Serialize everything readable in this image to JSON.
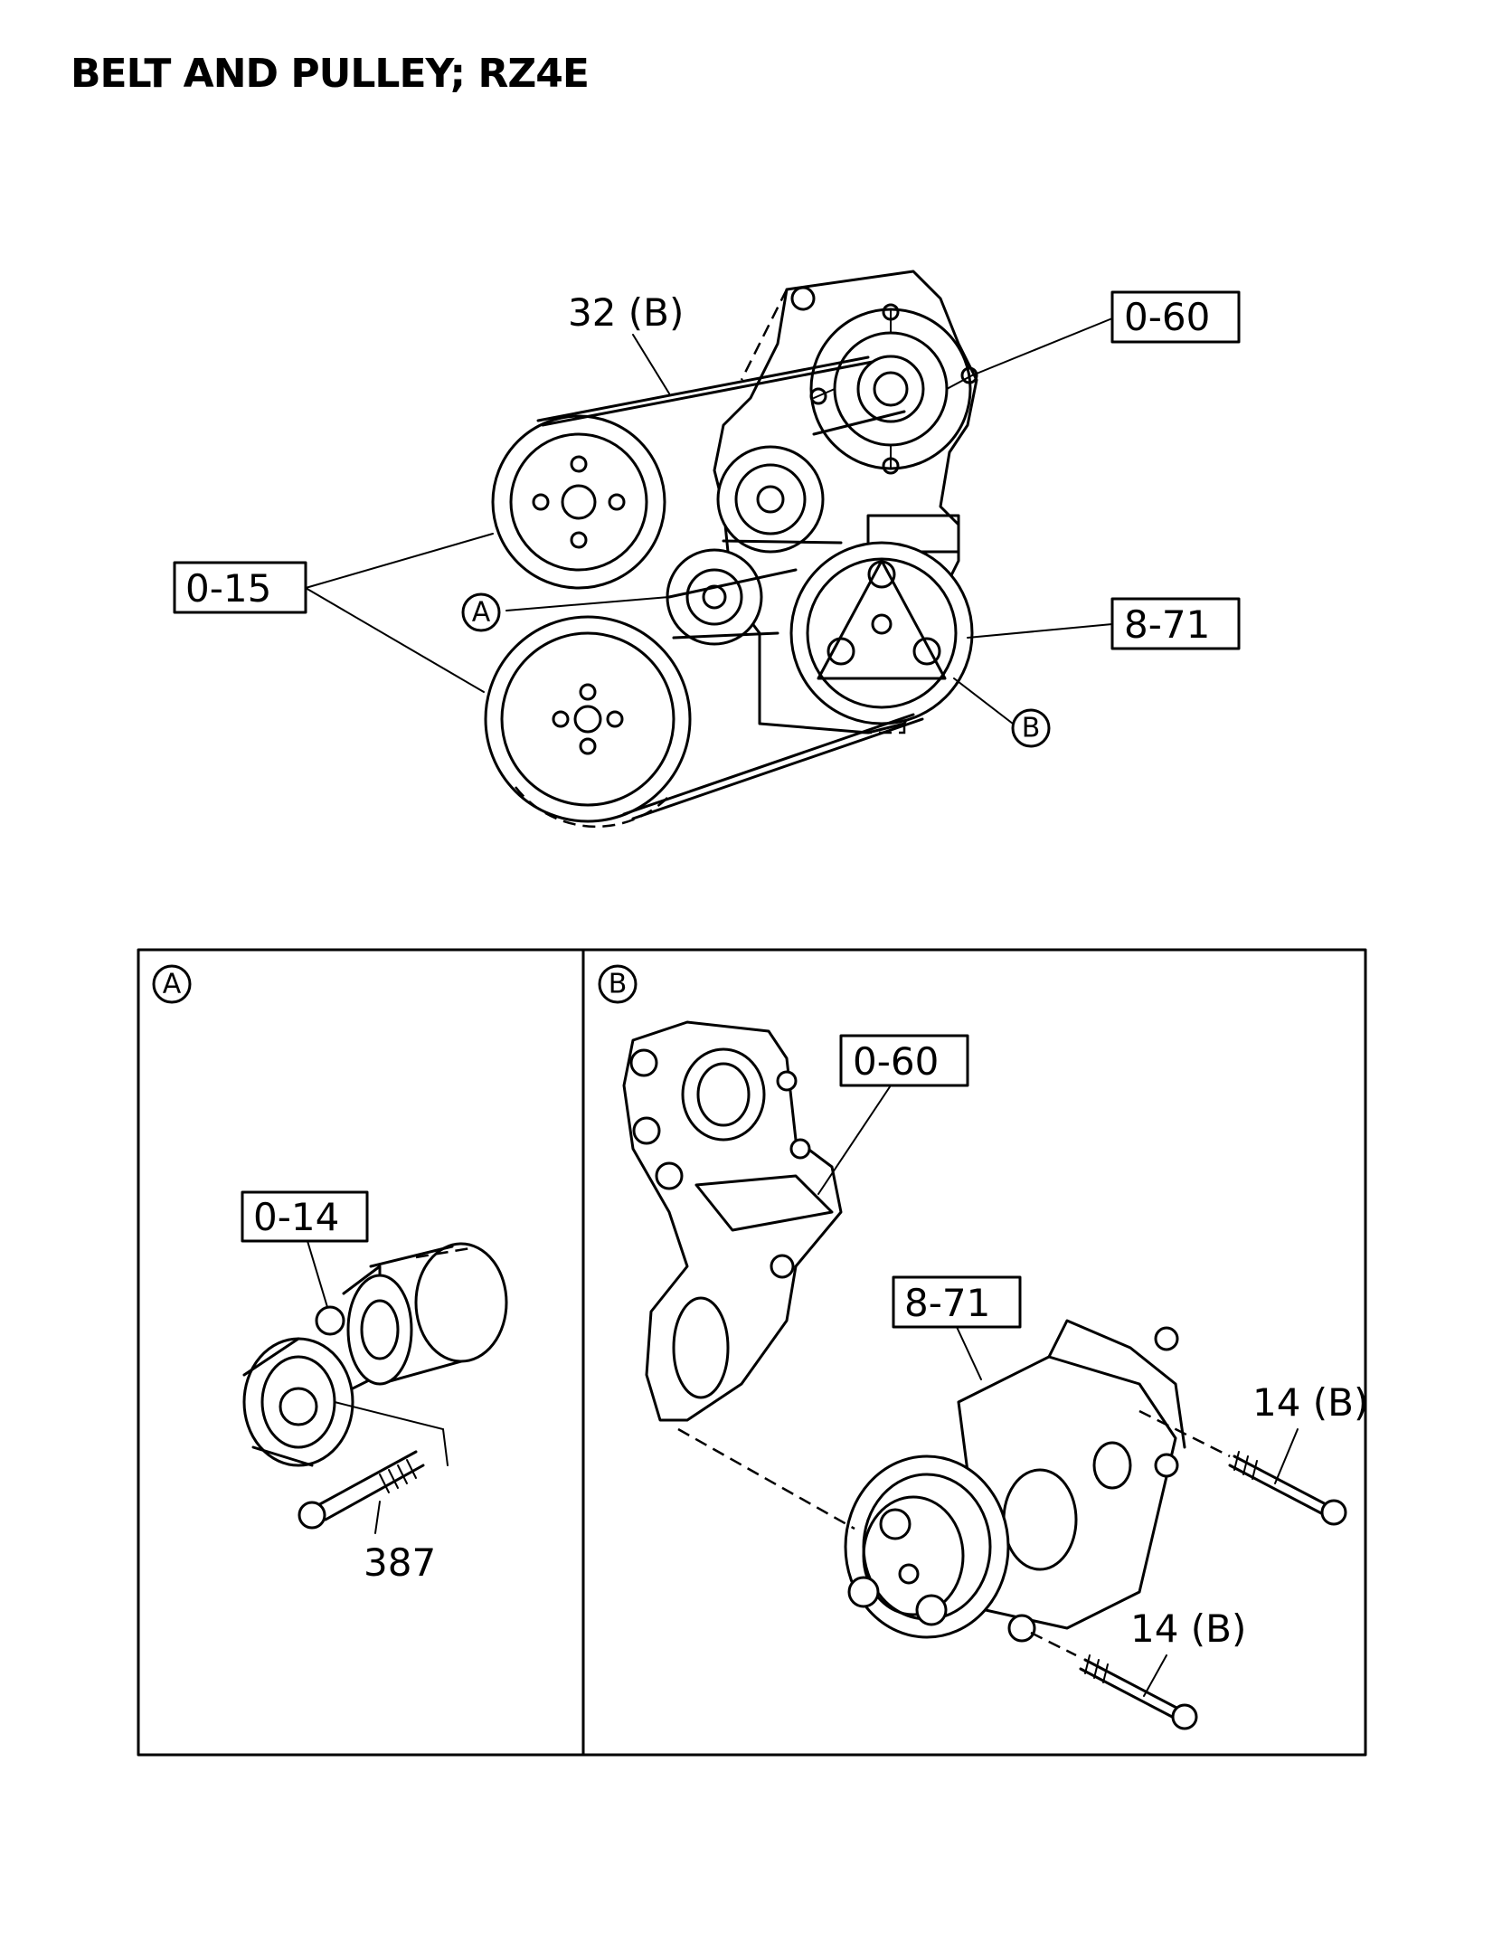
{
  "title": "BELT AND PULLEY; RZ4E",
  "main_view": {
    "labels": {
      "belt": "32 (B)",
      "tensioner_bracket": "0-60",
      "pulleys": "0-15",
      "compressor": "8-71",
      "callout_a": "A",
      "callout_b": "B"
    }
  },
  "panel_a": {
    "callout": "A",
    "labels": {
      "idler": "0-14",
      "bolt": "387"
    }
  },
  "panel_b": {
    "callout": "B",
    "labels": {
      "bracket": "0-60",
      "compressor": "8-71",
      "bolt_upper": "14 (B)",
      "bolt_lower": "14 (B)"
    }
  }
}
